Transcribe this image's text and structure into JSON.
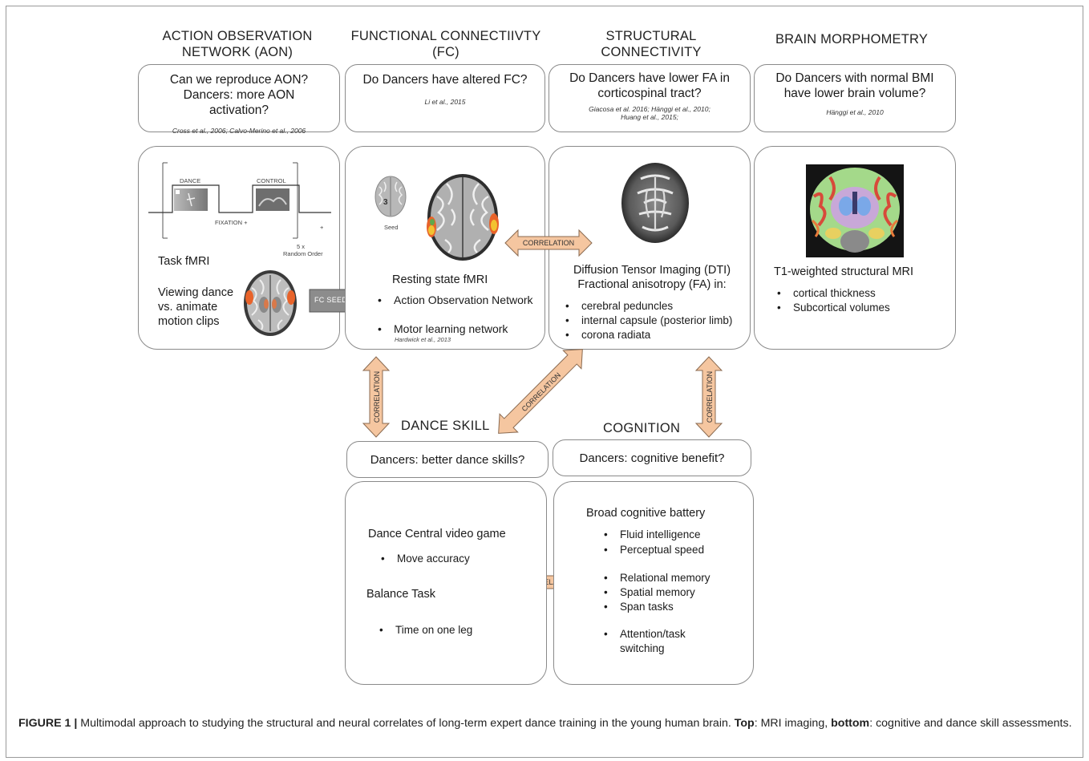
{
  "columns": {
    "aon": "ACTION OBSERVATION NETWORK (AON)",
    "fc": "FUNCTIONAL CONNECTIIVTY (FC)",
    "sc": "STRUCTURAL CONNECTIVITY",
    "bm": "BRAIN MORPHOMETRY"
  },
  "questions": {
    "aon": {
      "text": "Can we reproduce AON? Dancers: more AON activation?",
      "ref": "Cross et al., 2006; Calvo-Merino et al., 2006"
    },
    "fc": {
      "text": "Do Dancers have altered FC?",
      "ref": "Li et al., 2015"
    },
    "sc": {
      "text": "Do Dancers have lower FA in corticospinal tract?",
      "ref": "Giacosa et al. 2016; Hänggi et al., 2010; Huang et al., 2015;"
    },
    "bm": {
      "text": "Do Dancers with normal BMI have lower brain volume?",
      "ref": "Hänggi et al., 2010"
    }
  },
  "panels": {
    "aon": {
      "dance_label": "DANCE",
      "control_label": "CONTROL",
      "fixation_label": "FIXATION +",
      "plus": "+",
      "repeat": "5 x",
      "random_order": "Random Order",
      "title": "Task fMRI",
      "desc": "Viewing dance vs. animate motion clips",
      "fc_seeds": "FC SEEDS"
    },
    "fc": {
      "seed_label": "Seed",
      "seed_number": "3",
      "title": "Resting state fMRI",
      "items": [
        "Action Observation Network",
        "Motor learning network"
      ],
      "item2_ref": "Hardwick et al., 2013"
    },
    "sc": {
      "title_line1": "Diffusion Tensor Imaging (DTI)",
      "title_line2": "Fractional anisotropy (FA) in:",
      "items": [
        "cerebral peduncles",
        "internal capsule (posterior limb)",
        "corona radiata"
      ]
    },
    "bm": {
      "title": "T1-weighted structural MRI",
      "items": [
        "cortical thickness",
        "Subcortical volumes"
      ]
    }
  },
  "correlation_label": "CORRELATION",
  "lower": {
    "dance": {
      "header": "DANCE SKILL",
      "question": "Dancers: better dance skills?",
      "task1": "Dance Central video game",
      "task1_items": [
        "Move accuracy"
      ],
      "task2": "Balance Task",
      "task2_items": [
        "Time on one leg"
      ]
    },
    "cognition": {
      "header": "COGNITION",
      "question": "Dancers: cognitive benefit?",
      "title": "Broad cognitive battery",
      "group1": [
        "Fluid intelligence",
        "Perceptual speed"
      ],
      "group2": [
        "Relational memory",
        "Spatial memory",
        "Span tasks"
      ],
      "group3": [
        "Attention/task switching"
      ]
    }
  },
  "caption": {
    "label": "FIGURE 1 |",
    "text": " Multimodal approach to studying the structural and neural correlates of long-term expert dance training in the young human brain. ",
    "top_label": "Top",
    "top_text": ": MRI imaging, ",
    "bottom_label": "bottom",
    "bottom_text": ": cognitive and dance skill assessments."
  },
  "colors": {
    "arrow_fill": "#f5c6a0",
    "arrow_stroke": "#8a6a50",
    "fc_seed_arrow": "#8c8c8c",
    "activation": "#e8632a"
  }
}
